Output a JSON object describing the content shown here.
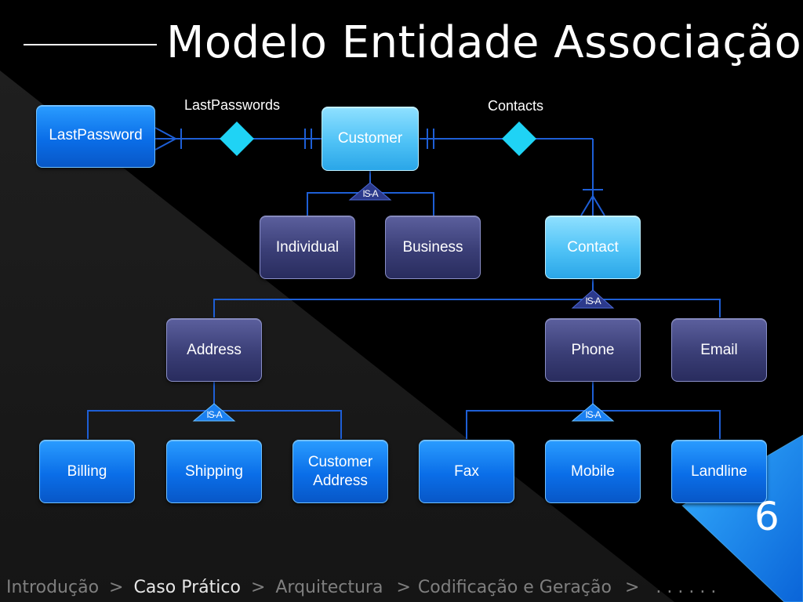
{
  "title": "Modelo Entidade Associação",
  "relationships": {
    "last_passwords": "LastPasswords",
    "contacts": "Contacts"
  },
  "entities": {
    "lastpassword": "LastPassword",
    "customer": "Customer",
    "individual": "Individual",
    "business": "Business",
    "contact": "Contact",
    "address": "Address",
    "phone": "Phone",
    "email": "Email",
    "billing": "Billing",
    "shipping": "Shipping",
    "customer_address_line1": "Customer",
    "customer_address_line2": "Address",
    "fax": "Fax",
    "mobile": "Mobile",
    "landline": "Landline"
  },
  "isa_label": "IS-A",
  "page_number": "6",
  "breadcrumb": {
    "item1": "Introdução",
    "item2": "Caso Prático",
    "item3": "Arquitectura",
    "item4": "Codificação e Geração",
    "item5": ". . . . . .",
    "separator": ">"
  },
  "colors": {
    "box_blue": "#0a6ee8",
    "box_light_blue": "#4fc2f6",
    "box_navy": "#3a3e76",
    "connector": "#1e5fd6",
    "relationship_diamond": "#1fd3f5",
    "corner_accent": "#1a8cff"
  }
}
